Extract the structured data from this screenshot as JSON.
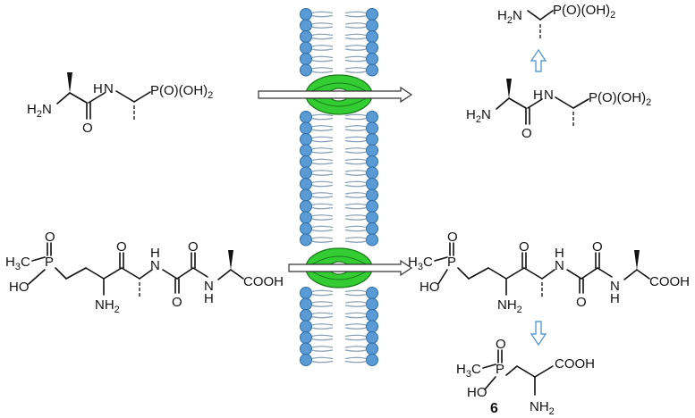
{
  "labels": {
    "h2n": "H2N",
    "nh": "H",
    "n": "N",
    "o": "O",
    "p_acid": "P(O)(OH)2",
    "h3c": "H3C",
    "ho": "HO",
    "p": "P",
    "nh2": "NH2",
    "cooh": "COOH",
    "compound_number": "6"
  },
  "colors": {
    "membrane_head": "#5b9bd5",
    "transporter": "#33cc33",
    "blue_arrow": "#5b9bd5"
  }
}
